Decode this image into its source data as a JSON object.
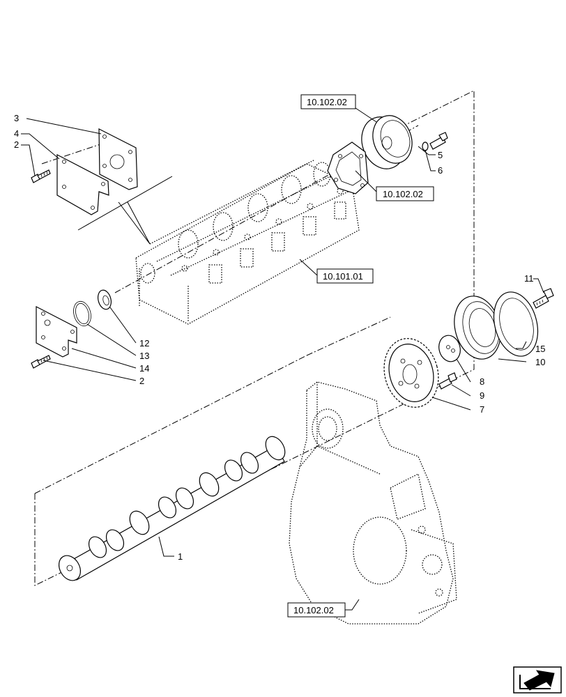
{
  "callouts": {
    "n1": "1",
    "n2a": "2",
    "n2b": "2",
    "n3": "3",
    "n4": "4",
    "n5": "5",
    "n6": "6",
    "n7": "7",
    "n8": "8",
    "n9": "9",
    "n10": "10",
    "n11": "11",
    "n12": "12",
    "n13": "13",
    "n14": "14",
    "n15": "15"
  },
  "references": {
    "top_cover": "10.102.02",
    "gasket": "10.102.02",
    "cylinder_head": "10.101.01",
    "timing_housing": "10.102.02"
  },
  "navigation": {
    "icon": "next-page-arrow-icon"
  }
}
